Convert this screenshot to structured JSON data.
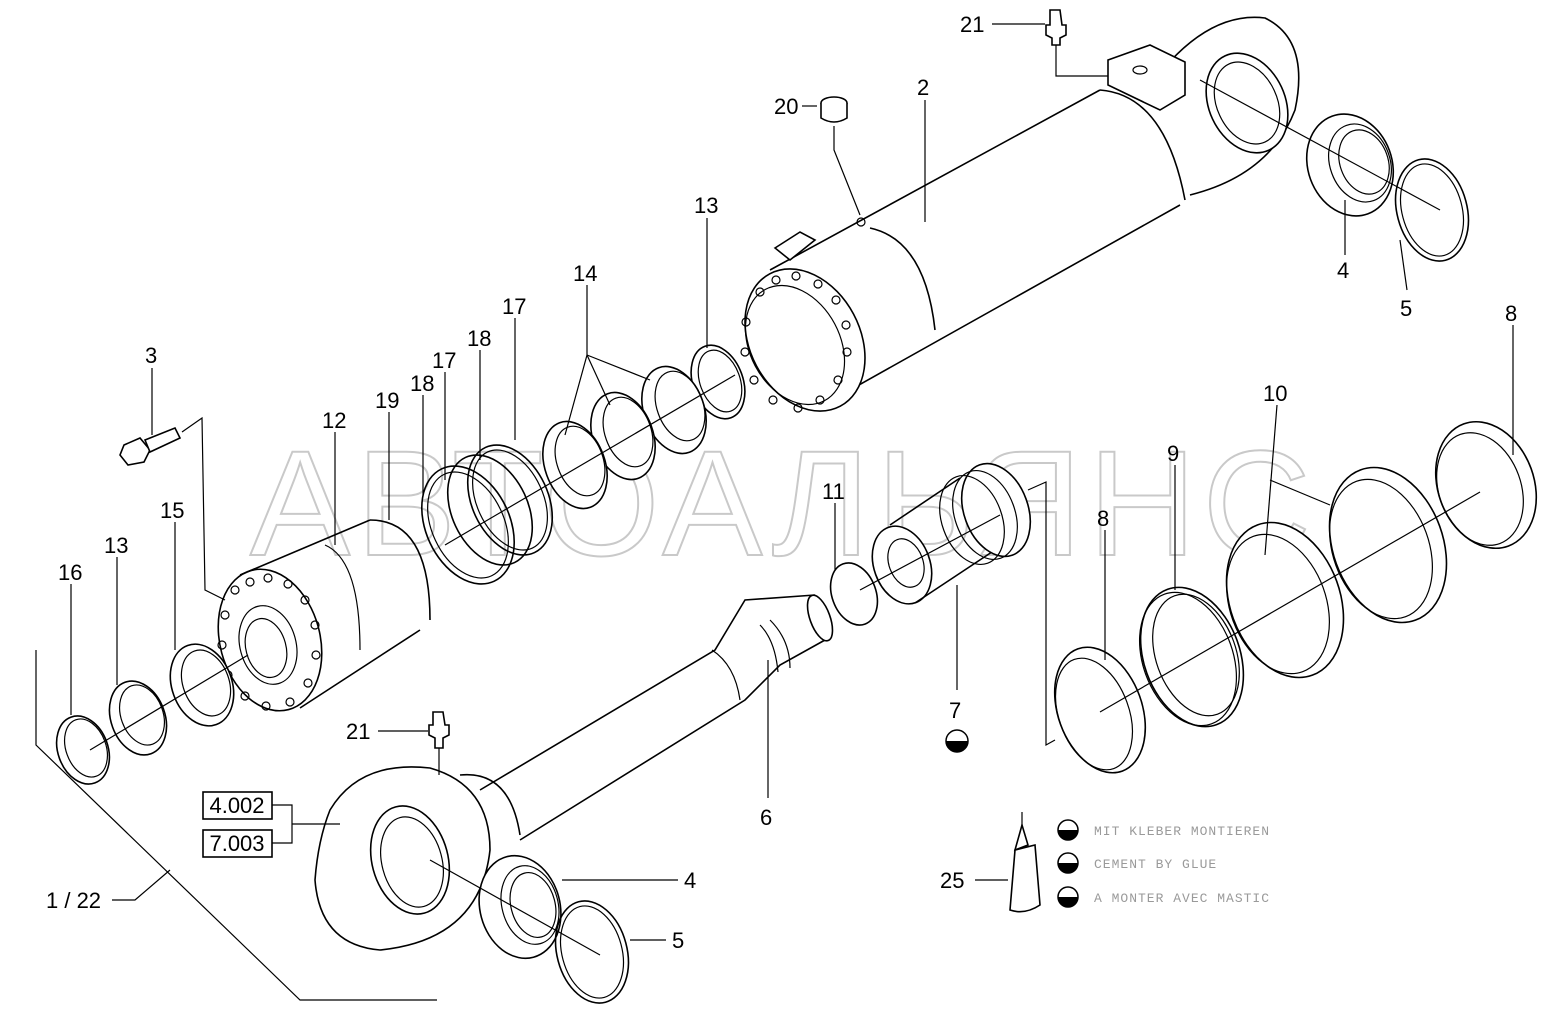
{
  "watermark": "АВТОАЛЬЯНС",
  "callouts": {
    "c2": "2",
    "c3": "3",
    "c4a": "4",
    "c4b": "4",
    "c5a": "5",
    "c5b": "5",
    "c6": "6",
    "c7": "7",
    "c8a": "8",
    "c8b": "8",
    "c9": "9",
    "c10": "10",
    "c11": "11",
    "c12": "12",
    "c13a": "13",
    "c13b": "13",
    "c14": "14",
    "c15": "15",
    "c16": "16",
    "c17a": "17",
    "c17b": "17",
    "c18a": "18",
    "c18b": "18",
    "c19": "19",
    "c20": "20",
    "c21a": "21",
    "c21b": "21",
    "c25": "25",
    "assembly": "1 / 22"
  },
  "references": [
    "4.002",
    "7.003"
  ],
  "legend": [
    "MIT KLEBER MONTIEREN",
    "CEMENT BY GLUE",
    "A MONTER AVEC MASTIC"
  ],
  "colors": {
    "line": "#000000",
    "watermark": "#c9c9c9",
    "legend_text": "#9a9a9a"
  }
}
